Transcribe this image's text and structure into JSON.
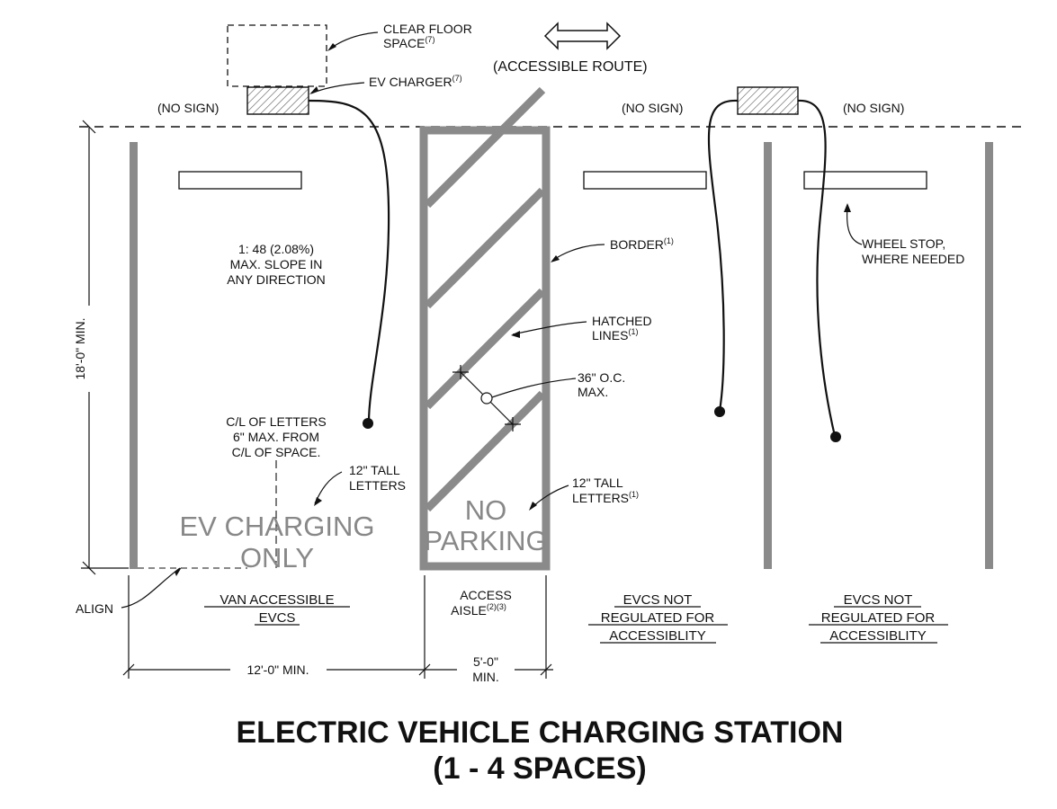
{
  "labels": {
    "clear_floor_1": "CLEAR FLOOR",
    "clear_floor_2": "SPACE",
    "clear_floor_sup": "(7)",
    "ev_charger": "EV CHARGER",
    "ev_charger_sup": "(7)",
    "accessible_route": "(ACCESSIBLE ROUTE)",
    "no_sign_1": "(NO SIGN)",
    "no_sign_2": "(NO SIGN)",
    "no_sign_3": "(NO SIGN)",
    "slope_1": "1: 48  (2.08%)",
    "slope_2": "MAX. SLOPE IN",
    "slope_3": "ANY DIRECTION",
    "border": "BORDER",
    "border_sup": "(1)",
    "hatched_1": "HATCHED",
    "hatched_2": "LINES",
    "hatched_sup": "(1)",
    "spacing_1": "36\" O.C.",
    "spacing_2": "MAX.",
    "wheel_stop_1": "WHEEL STOP,",
    "wheel_stop_2": "WHERE NEEDED",
    "cl_1": "C/L OF LETTERS",
    "cl_2": "6\" MAX. FROM",
    "cl_3": "C/L OF SPACE.",
    "tall_letters_1a": "12\" TALL",
    "tall_letters_1b": "LETTERS",
    "tall_letters_2a": "12\" TALL",
    "tall_letters_2b": "LETTERS",
    "tall_letters_2_sup": "(1)",
    "ev_charging": "EV CHARGING",
    "only": "ONLY",
    "no": "NO",
    "parking": "PARKING",
    "dim_vertical": "18'-0\" MIN.",
    "align": "ALIGN",
    "van_1": "VAN ACCESSIBLE",
    "van_2": "EVCS",
    "aisle_1": "ACCESS",
    "aisle_2": "AISLE",
    "aisle_sup": "(2)(3)",
    "evcs_a_1": "EVCS NOT",
    "evcs_a_2": "REGULATED FOR",
    "evcs_a_3": "ACCESSIBLITY",
    "evcs_b_1": "EVCS NOT",
    "evcs_b_2": "REGULATED FOR",
    "evcs_b_3": "ACCESSIBLITY",
    "dim_12": "12'-0\" MIN.",
    "dim_5a": "5'-0\"",
    "dim_5b": "MIN."
  },
  "title": {
    "line1": "ELECTRIC VEHICLE CHARGING STATION",
    "line2": "(1 - 4 SPACES)"
  },
  "colors": {
    "line": "#111111",
    "stripe": "#8a8a8a",
    "text_paint": "#888888"
  }
}
